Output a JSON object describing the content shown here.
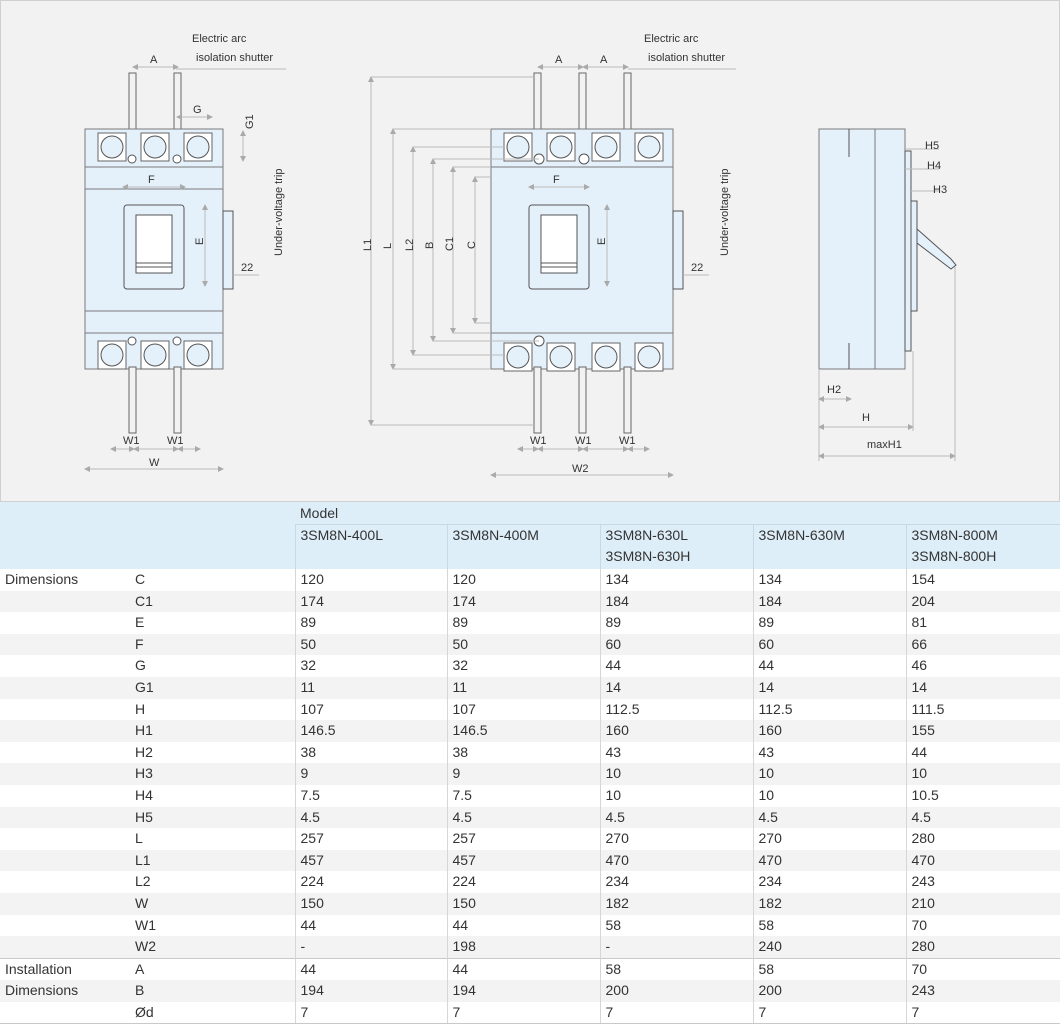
{
  "labels": {
    "arc_shutter_line1": "Electric arc",
    "arc_shutter_line2": "isolation shutter",
    "under_voltage": "Under-voltage trip",
    "dim_22": "22",
    "A": "A",
    "G": "G",
    "G1": "G1",
    "F": "F",
    "E": "E",
    "W1": "W1",
    "W": "W",
    "W2": "W2",
    "L1": "L1",
    "L": "L",
    "L2": "L2",
    "B": "B",
    "C1": "C1",
    "C": "C",
    "H5": "H5",
    "H4": "H4",
    "H3": "H3",
    "H2": "H2",
    "H": "H",
    "maxH1": "maxH1"
  },
  "table": {
    "model_header": "Model",
    "models": [
      [
        "3SM8N-400L"
      ],
      [
        "3SM8N-400M"
      ],
      [
        "3SM8N-630L",
        "3SM8N-630H"
      ],
      [
        "3SM8N-630M"
      ],
      [
        "3SM8N-800M",
        "3SM8N-800H"
      ]
    ],
    "groups": [
      {
        "name_lines": [
          "Dimensions"
        ],
        "rows": [
          {
            "param": "C",
            "values": [
              "120",
              "120",
              "134",
              "134",
              "154"
            ]
          },
          {
            "param": "C1",
            "values": [
              "174",
              "174",
              "184",
              "184",
              "204"
            ]
          },
          {
            "param": "E",
            "values": [
              "89",
              "89",
              "89",
              "89",
              "81"
            ]
          },
          {
            "param": "F",
            "values": [
              "50",
              "50",
              "60",
              "60",
              "66"
            ]
          },
          {
            "param": "G",
            "values": [
              "32",
              "32",
              "44",
              "44",
              "46"
            ]
          },
          {
            "param": "G1",
            "values": [
              "11",
              "11",
              "14",
              "14",
              "14"
            ]
          },
          {
            "param": "H",
            "values": [
              "107",
              "107",
              "112.5",
              "112.5",
              "111.5"
            ]
          },
          {
            "param": "H1",
            "values": [
              "146.5",
              "146.5",
              "160",
              "160",
              "155"
            ]
          },
          {
            "param": "H2",
            "values": [
              "38",
              "38",
              "43",
              "43",
              "44"
            ]
          },
          {
            "param": "H3",
            "values": [
              "9",
              "9",
              "10",
              "10",
              "10"
            ]
          },
          {
            "param": "H4",
            "values": [
              "7.5",
              "7.5",
              "10",
              "10",
              "10.5"
            ]
          },
          {
            "param": "H5",
            "values": [
              "4.5",
              "4.5",
              "4.5",
              "4.5",
              "4.5"
            ]
          },
          {
            "param": "L",
            "values": [
              "257",
              "257",
              "270",
              "270",
              "280"
            ]
          },
          {
            "param": "L1",
            "values": [
              "457",
              "457",
              "470",
              "470",
              "470"
            ]
          },
          {
            "param": "L2",
            "values": [
              "224",
              "224",
              "234",
              "234",
              "243"
            ]
          },
          {
            "param": "W",
            "values": [
              "150",
              "150",
              "182",
              "182",
              "210"
            ]
          },
          {
            "param": "W1",
            "values": [
              "44",
              "44",
              "58",
              "58",
              "70"
            ]
          },
          {
            "param": "W2",
            "values": [
              "-",
              "198",
              "-",
              "240",
              "280"
            ]
          }
        ]
      },
      {
        "name_lines": [
          "Installation",
          "Dimensions"
        ],
        "rows": [
          {
            "param": "A",
            "values": [
              "44",
              "44",
              "58",
              "58",
              "70"
            ]
          },
          {
            "param": "B",
            "values": [
              "194",
              "194",
              "200",
              "200",
              "243"
            ]
          },
          {
            "param": "Ød",
            "values": [
              "7",
              "7",
              "7",
              "7",
              "7"
            ]
          }
        ]
      }
    ]
  }
}
